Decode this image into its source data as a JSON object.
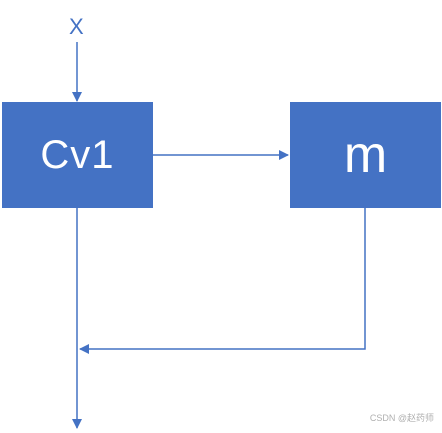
{
  "diagram": {
    "input_label": "X",
    "nodes": [
      {
        "id": "cv1",
        "label": "Cv1"
      },
      {
        "id": "m",
        "label": "m"
      }
    ],
    "edges": [
      {
        "from": "X",
        "to": "cv1"
      },
      {
        "from": "cv1",
        "to": "m"
      },
      {
        "from": "m",
        "to": "cv1-output-line"
      },
      {
        "from": "cv1",
        "to": "output"
      }
    ],
    "colors": {
      "node_fill": "#4472c4",
      "node_text": "#ffffff",
      "line": "#4472c4"
    }
  },
  "watermark": "CSDN @赵药师"
}
